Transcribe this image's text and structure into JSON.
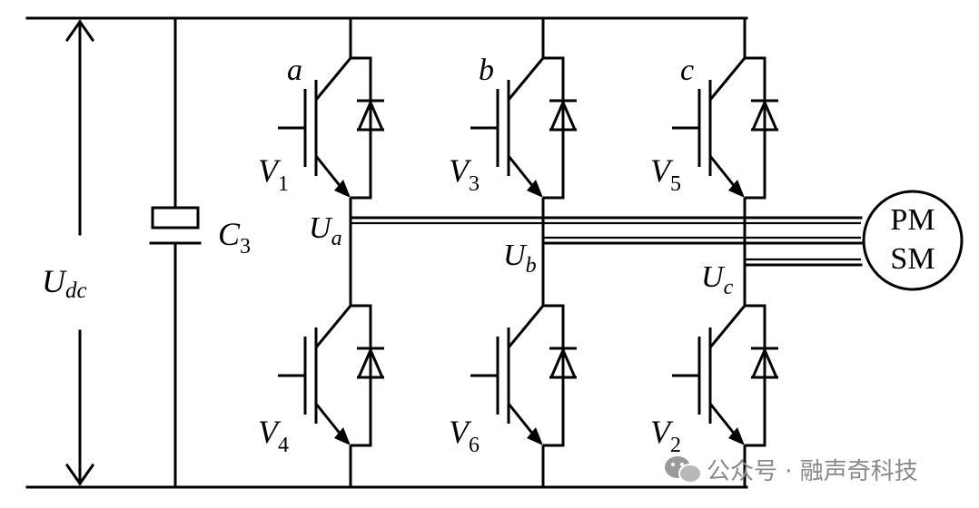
{
  "labels": {
    "udc": {
      "main": "U",
      "sub": "dc"
    },
    "c3": {
      "main": "C",
      "sub": "3"
    },
    "legs": [
      {
        "letter": "a",
        "upper": {
          "main": "V",
          "sub": "1"
        },
        "lower": {
          "main": "V",
          "sub": "4"
        },
        "node": {
          "main": "U",
          "sub": "a"
        }
      },
      {
        "letter": "b",
        "upper": {
          "main": "V",
          "sub": "3"
        },
        "lower": {
          "main": "V",
          "sub": "6"
        },
        "node": {
          "main": "U",
          "sub": "b"
        }
      },
      {
        "letter": "c",
        "upper": {
          "main": "V",
          "sub": "5"
        },
        "lower": {
          "main": "V",
          "sub": "2"
        },
        "node": {
          "main": "U",
          "sub": "c"
        }
      }
    ],
    "motor": {
      "line1": "PM",
      "line2": "SM"
    }
  },
  "watermark": {
    "text": "公众号 · 融声奇科技",
    "icon": "wechat-icon"
  },
  "colors": {
    "ink": "#000000",
    "watermark": "#8a8a8a"
  }
}
